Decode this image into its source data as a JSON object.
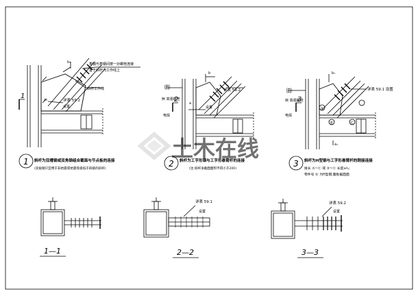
{
  "watermark": {
    "text": "土木在线",
    "color": "#d8d8d8"
  },
  "detail1": {
    "number": "1",
    "section_mark": "1",
    "note_top_1": "角钢与角钢间按一对螺栓连接",
    "note_top_2": "置于斜杆为工作线上",
    "note_mid": "斜杆工作线",
    "label_b": "b₁",
    "label_a": "a₁",
    "ref_text": "详表 59.2",
    "ref_sub": "设置",
    "title": "斜杆为双槽钢或双角钢组合截面与节点板的连接",
    "note": "(双角钢只宜用于非抗震或抗震等级低于四级的斜杆)"
  },
  "detail2": {
    "number": "2",
    "section_mark": "2",
    "circle_a": "㉂",
    "label_b": "b",
    "label_a": "a",
    "ref_text": "详表 59.2",
    "ref_sub": "设置",
    "bolt_label": "㉁ 高强螺栓",
    "bolt_sub": "电焊",
    "title": "斜杆为工字形钢与工字形悬臂杆的连接",
    "note": "(注:斜杆净截面面积不得小于200)"
  },
  "detail3": {
    "number": "3",
    "section_mark": "3",
    "circle_a": "㉂",
    "circle_b": "Ⓐ",
    "circle_c": "Ⓑ",
    "circle_d": "Ⓒ",
    "ref_text": "详表 59.1 设置",
    "label_b": "b₁",
    "label_a": "a₁",
    "bolt_label": "㉂ 高强螺栓",
    "bolt_sub": "电焊",
    "title": "斜杆为H型钢与工字形悬臂杆的刚接连接",
    "note_1": "接长 Ⓐ~Ⓒ 或 Ⓑ~Ⓒ 长度≥t₁;",
    "note_2": "零件号 Ⓑ 为H型钢,腹板截面面"
  },
  "sections": {
    "s1": "1—1",
    "s2": "2—2",
    "s3": "3—3",
    "s2_ref": "详表 59.1",
    "s2_ref_sub": "设置",
    "s3_ref": "详表 59.2",
    "s3_ref_sub": "设置"
  }
}
